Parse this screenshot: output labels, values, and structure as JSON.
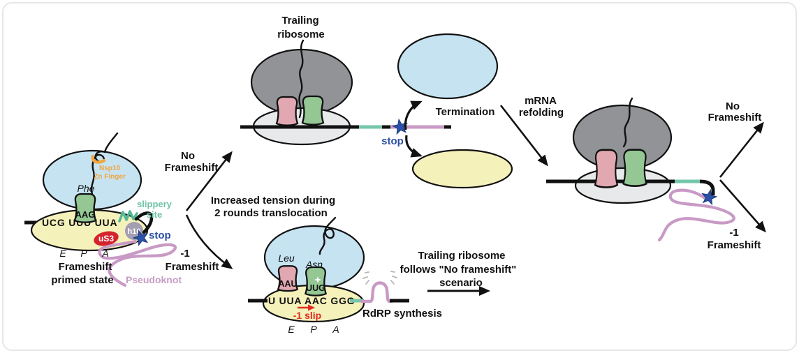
{
  "figure": {
    "left": {
      "nsp10_l1": "Nsp10",
      "nsp10_l2": "Zn Finger",
      "phe": "Phe",
      "aag": "AAG",
      "mrna_codons": "UCG UUU UUA",
      "slippery_l1": "slippery",
      "slippery_l2": "site",
      "h16": "h16",
      "us3": "uS3",
      "stop": "stop",
      "site_e": "E",
      "site_p": "P",
      "site_a": "A",
      "caption_l1": "Frameshift",
      "caption_l2": "primed state",
      "pseudoknot": "Pseudoknot"
    },
    "left_branch": {
      "no_l1": "No",
      "no_l2": "Frameshift",
      "tension_l1": "Increased tension during",
      "tension_l2": "2 rounds translocation",
      "m1_l1": "-1",
      "m1_l2": "Frameshift"
    },
    "trailing": {
      "l1": "Trailing",
      "l2": "ribosome",
      "stop": "stop"
    },
    "termination": {
      "label": "Termination"
    },
    "refolding": {
      "l1": "mRNA",
      "l2": "refolding"
    },
    "right_branch": {
      "no_l1": "No",
      "no_l2": "Frameshift",
      "m1_l1": "-1",
      "m1_l2": "Frameshift"
    },
    "bottom": {
      "leu": "Leu",
      "asn": "Asn",
      "aau": "AAU",
      "uug": "UUG",
      "mrna_codons": "U UUA AAC GGG",
      "slip": "-1 slip",
      "site_e": "E",
      "site_p": "P",
      "site_a": "A",
      "rdrp": "RdRP synthesis",
      "follows_l1": "Trailing ribosome",
      "follows_l2": "follows \"No frameshift\"",
      "follows_l3": "scenario"
    },
    "colors": {
      "large_subunit_blue": "#c6e3f2",
      "small_subunit_yellow": "#f5f1bb",
      "trailing_large_gray": "#919396",
      "trailing_small_gray": "#e8e9ea",
      "trna_pink": "#e2a8b2",
      "trna_green": "#94c794",
      "slippery_teal": "#74c6ab",
      "zigzag_teal": "#55b798",
      "pseudoknot_pink": "#c89ac5",
      "us3_red": "#d5232e",
      "h16_gray": "#a39eb2",
      "stop_blue": "#2b4fa3",
      "star_blue": "#2b51a8",
      "nsp10_orange": "#f0a63e",
      "slip_red": "#e02d1f"
    }
  }
}
